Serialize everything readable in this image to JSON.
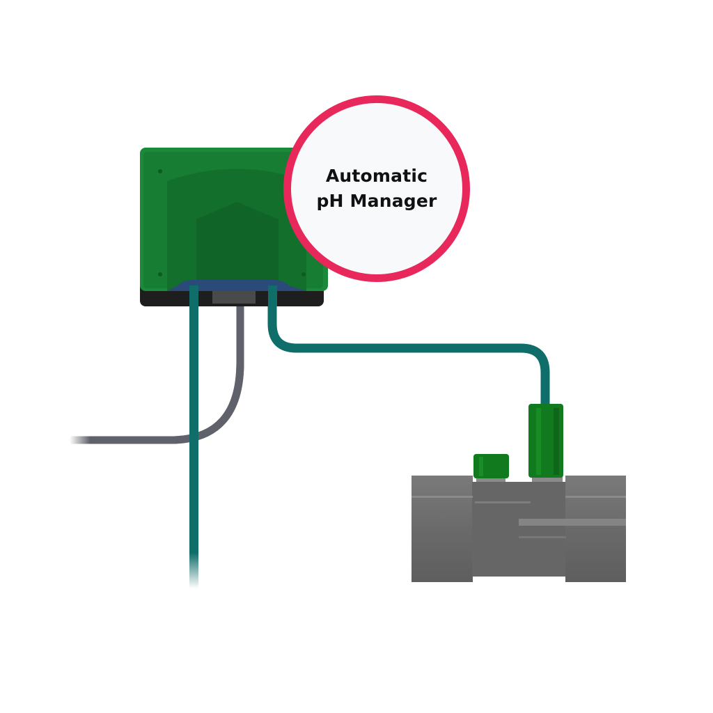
{
  "diagram": {
    "callout": {
      "lines": [
        "Automatic",
        "pH Manager"
      ],
      "ring_color": "#e8285a",
      "fill_color": "#f8f9fa"
    },
    "components": [
      {
        "name": "controller-unit",
        "color": "#1a8a3a"
      },
      {
        "name": "suction-tube",
        "color": "#0f6e6a"
      },
      {
        "name": "power-cable",
        "color": "#5f616b"
      },
      {
        "name": "discharge-tube",
        "color": "#0f6e6a"
      },
      {
        "name": "pipe-fitting",
        "color": "#6b6b6b"
      },
      {
        "name": "injection-connector",
        "color": "#127a1e"
      },
      {
        "name": "sensor-cap",
        "color": "#127a1e"
      }
    ]
  }
}
